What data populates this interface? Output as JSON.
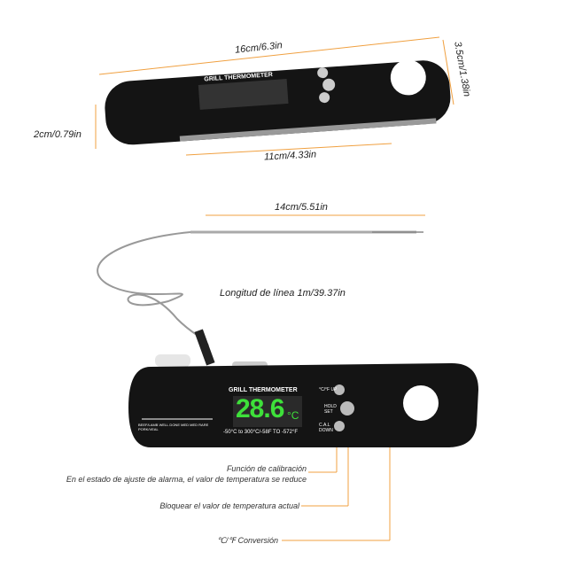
{
  "device": {
    "title": "GRILL THERMOMETER",
    "range": "-50°C to 300°C/-58F TO -572°F",
    "reading": "28.6",
    "unit": "°C",
    "buttons": {
      "up": "°C/°F UP",
      "hold": "HOLD SET",
      "cal": "C.A.L DOWN"
    },
    "scale_labels": [
      "BEEF/LAMB",
      "PORK/VEAL",
      "WELL DONE",
      "MED",
      "MED RARE"
    ]
  },
  "dimensions": {
    "length": "16cm/6.3in",
    "width": "3.5cm/1.38in",
    "height": "2cm/0.79in",
    "body_length": "11cm/4.33in",
    "probe_length": "14cm/5.51in",
    "cable": "Longitud de línea 1m/39.37in"
  },
  "annotations": {
    "calibration": "Función de calibración",
    "alarm": "En el estado de ajuste de alarma, el valor de temperatura se reduce",
    "hold": "Bloquear el valor de temperatura actual",
    "conversion": "℃/℉ Conversión"
  },
  "colors": {
    "accent": "#f0a040",
    "display": "#3ee03a",
    "body": "#141414"
  }
}
